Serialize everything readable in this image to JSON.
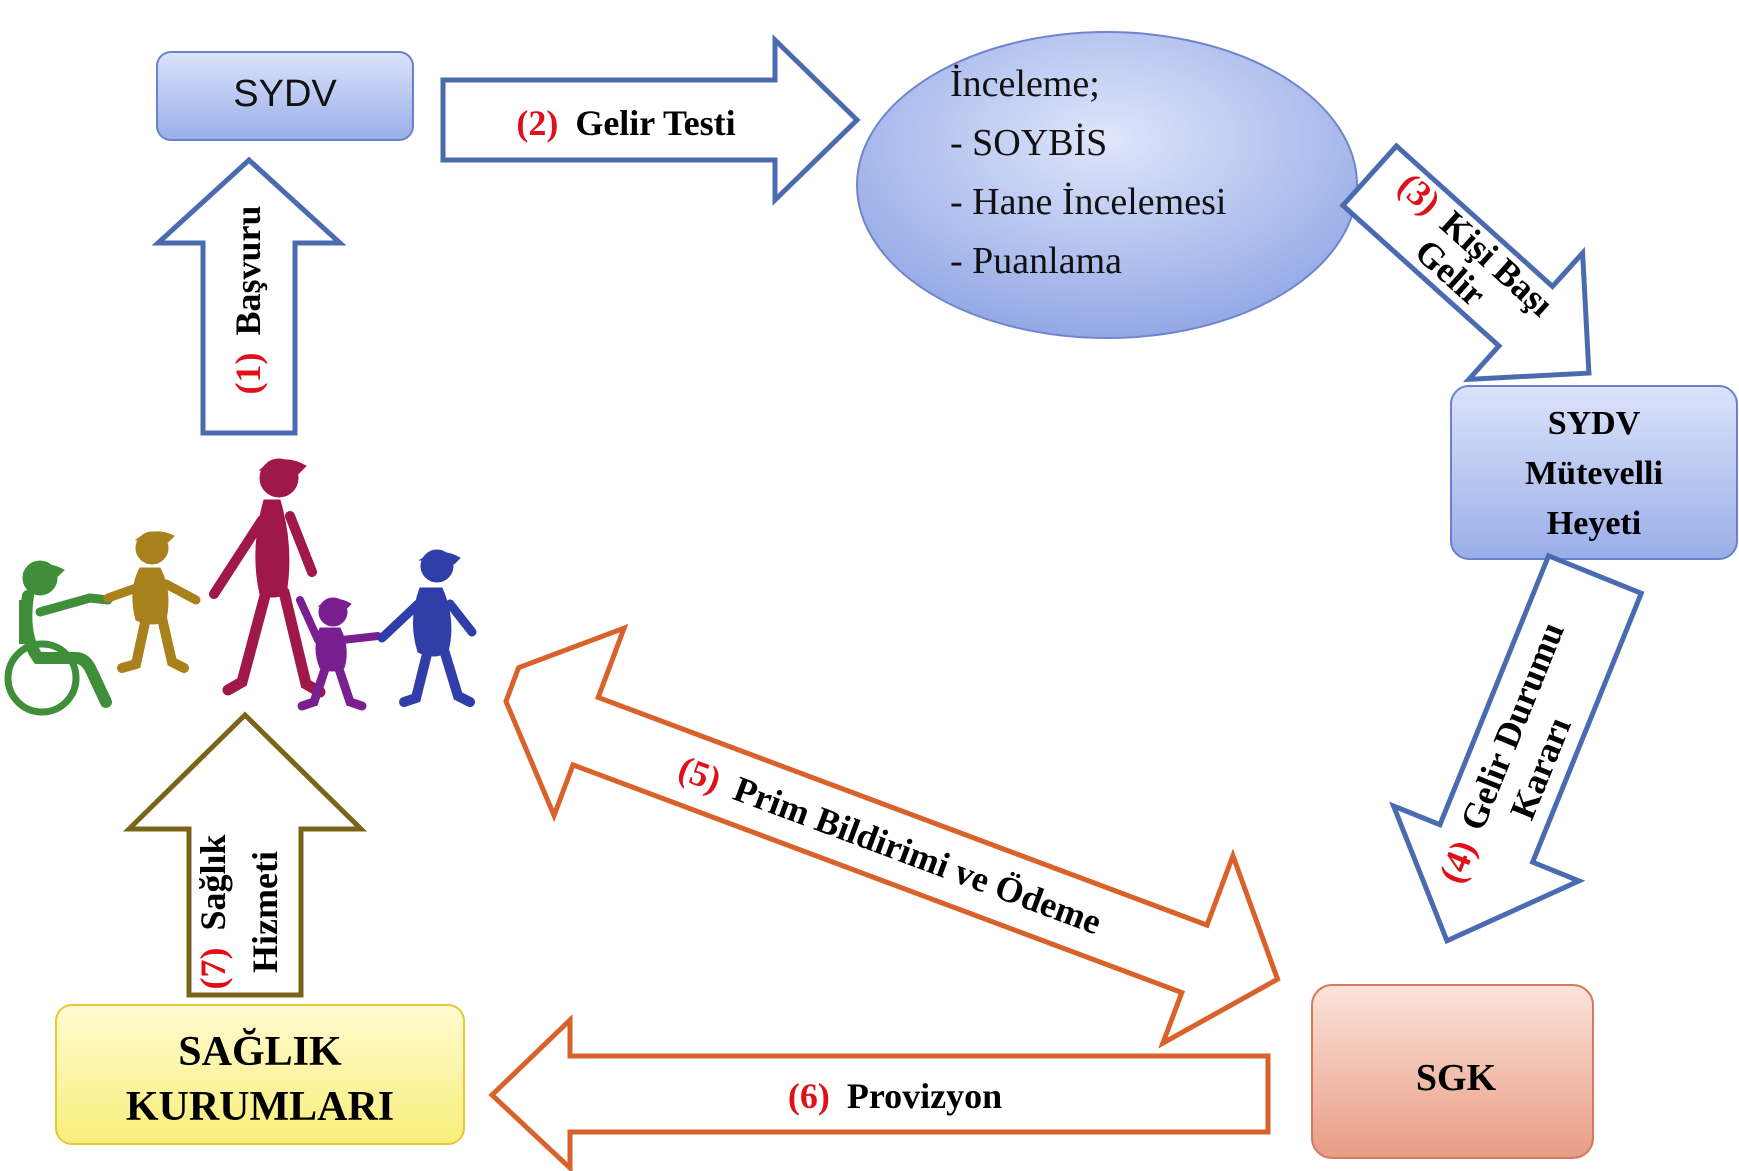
{
  "nodes": {
    "sydv_top": "SYDV",
    "inceleme": {
      "title": "İnceleme;",
      "items": [
        "- SOYBİS",
        "- Hane İncelemesi",
        "- Puanlama"
      ]
    },
    "sydv_heyet": [
      "SYDV",
      "Mütevelli",
      "Heyeti"
    ],
    "sgk": "SGK",
    "saglik": [
      "SAĞLIK",
      "KURUMLARI"
    ]
  },
  "arrows": {
    "a1": {
      "num": "(1)",
      "text": "Başvuru"
    },
    "a2": {
      "num": "(2)",
      "text": "Gelir Testi"
    },
    "a3": {
      "num": "(3)",
      "line1": "Kişi Başı",
      "line2": "Gelir"
    },
    "a4": {
      "num": "(4)",
      "line1": "Gelir Durumu",
      "line2": "Kararı"
    },
    "a5": {
      "num": "(5)",
      "text": "Prim Bildirimi ve Ödeme"
    },
    "a6": {
      "num": "(6)",
      "text": "Provizyon"
    },
    "a7": {
      "num": "(7)",
      "line1": "Sağlık",
      "line2": "Hizmeti"
    }
  },
  "colors": {
    "blue_arrow": "#4a6bb0",
    "orange_arrow": "#d9622b",
    "olive_arrow": "#7a6418",
    "number_red": "#e0101a"
  },
  "illustration": "family-holding-hands-icon"
}
